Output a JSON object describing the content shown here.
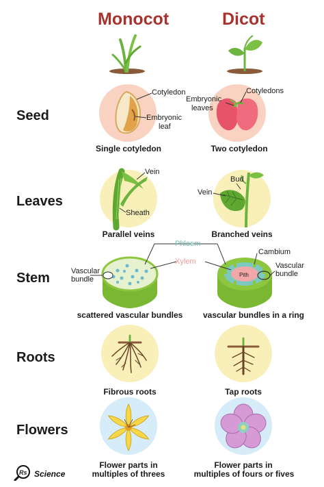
{
  "header": {
    "monocot": "Monocot",
    "dicot": "Dicot"
  },
  "rows": {
    "seed": "Seed",
    "leaves": "Leaves",
    "stem": "Stem",
    "roots": "Roots",
    "flowers": "Flowers"
  },
  "seed": {
    "mono_label_cotyledon": "Cotyledon",
    "mono_label_leaf_1": "Embryonic",
    "mono_label_leaf_2": "leaf",
    "mono_caption": "Single cotyledon",
    "dicot_label_cotyledons": "Cotyledons",
    "dicot_label_leaves_1": "Embryonic",
    "dicot_label_leaves_2": "leaves",
    "dicot_caption": "Two cotyledon"
  },
  "leaves": {
    "mono_label_vein": "Vein",
    "mono_label_sheath": "Sheath",
    "mono_caption": "Parallel veins",
    "dicot_label_bud": "Bud",
    "dicot_label_vein": "Vein",
    "dicot_caption": "Branched veins"
  },
  "stem": {
    "phloem": "Phloem",
    "xylem": "Xylem",
    "cambium": "Cambium",
    "pith": "Pith",
    "mono_vb_1": "Vascular",
    "mono_vb_2": "bundle",
    "dicot_vb_1": "Vascular",
    "dicot_vb_2": "bundle",
    "mono_caption": "scattered vascular bundles",
    "dicot_caption": "vascular bundles in a ring"
  },
  "roots": {
    "mono_caption": "Fibrous roots",
    "dicot_caption": "Tap roots"
  },
  "flowers": {
    "mono_caption_1": "Flower parts in",
    "mono_caption_2": "multiples of threes",
    "dicot_caption_1": "Flower parts in",
    "dicot_caption_2": "multiples of fours or fives"
  },
  "logo": {
    "text": "Science",
    "letters": "Rs",
    "icon": "magnifier-icon"
  },
  "colors": {
    "title": "#a8322d",
    "seed_circle": "#f9d2c2",
    "leaf_circle": "#f8f0b8",
    "root_circle": "#f8f0b8",
    "flower_circle": "#d6ecf8",
    "stem_green": "#8dc63f",
    "phloem": "#7ec8c2",
    "xylem": "#f2a8a8"
  }
}
